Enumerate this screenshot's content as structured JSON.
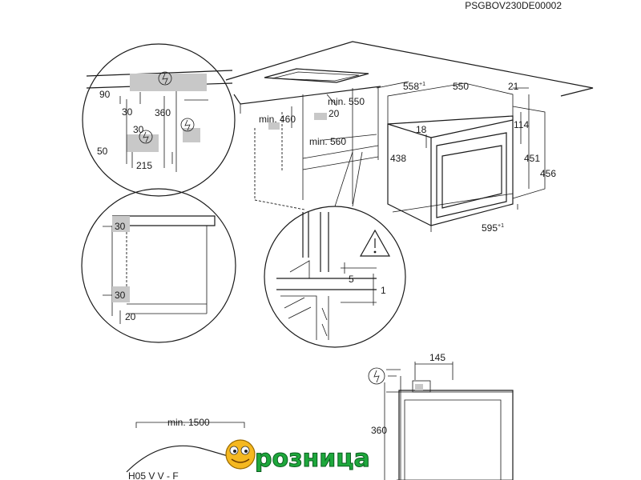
{
  "doc_code": "PSGBOV230DE00002",
  "dims": {
    "d90": "90",
    "d360a": "360",
    "d30a": "30",
    "d30b": "30",
    "d50": "50",
    "d215": "215",
    "min460": "min. 460",
    "min550": "min. 550",
    "d20": "20",
    "min560": "min. 560",
    "d558": "558",
    "d558sup": "+1",
    "d550": "550",
    "d21": "21",
    "d18": "18",
    "d114": "114",
    "d438": "438",
    "d451": "451",
    "d456": "456",
    "d595": "595",
    "d595sup": "+1",
    "side30a": "30",
    "side30b": "30",
    "side20": "20",
    "gap5": "5",
    "gap1": "1",
    "d145": "145",
    "d360b": "360",
    "min1500": "min. 1500",
    "cable": "H05 V V - F"
  },
  "watermark": "розница",
  "icons": [
    "power-socket-icon",
    "warning-triangle-icon",
    "mascot-icon"
  ]
}
